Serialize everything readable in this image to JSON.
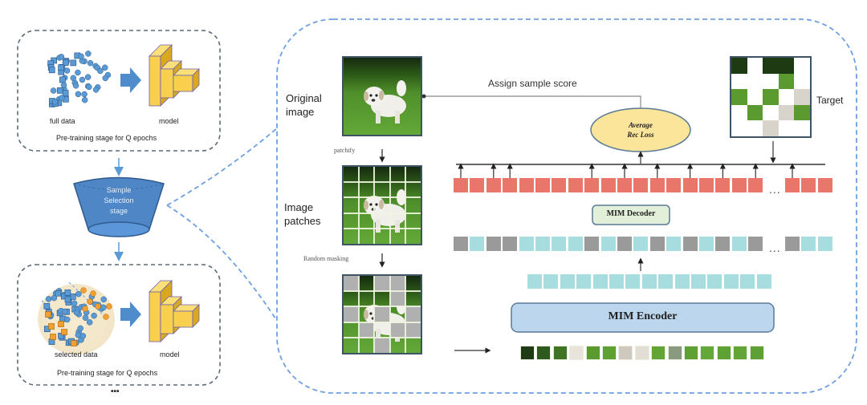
{
  "left_panel": {
    "stage1": {
      "data_label": "full data",
      "model_label": "model",
      "caption": "Pre-training stage for Q epochs"
    },
    "selection": {
      "label_line1": "Sample",
      "label_line2": "Selection",
      "label_line3": "stage"
    },
    "stage2": {
      "data_label": "selected data",
      "model_label": "model",
      "caption": "Pre-training stage for Q epochs"
    },
    "ellipsis": "•••"
  },
  "right_panel": {
    "original_image_label_1": "Original",
    "original_image_label_2": "image",
    "patchify_label": "patchify",
    "image_patches_label_1": "Image",
    "image_patches_label_2": "patches",
    "random_masking_label": "Random masking",
    "assign_score_label": "Assign sample score",
    "loss_label_1": "Average",
    "loss_label_2": "Rec Loss",
    "target_label": "Target",
    "decoder_label": "MIM Decoder",
    "encoder_label": "MIM Encoder",
    "ellipsis": "...",
    "mask_grid": [
      [
        1,
        0,
        1,
        1,
        0
      ],
      [
        0,
        0,
        0,
        1,
        0
      ],
      [
        1,
        0,
        1,
        0,
        1
      ],
      [
        0,
        1,
        0,
        1,
        1
      ],
      [
        0,
        0,
        1,
        0,
        0
      ]
    ],
    "decoder_input_tokens": [
      "G",
      "C",
      "G",
      "G",
      "C",
      "C",
      "C",
      "C",
      "G",
      "C",
      "G",
      "C",
      "G",
      "C",
      "G",
      "C",
      "G",
      "C",
      "G"
    ],
    "decoder_input_tail": [
      "G",
      "C",
      "C"
    ],
    "reconstruction_tokens_count": 19,
    "reconstruction_tail_count": 3,
    "encoder_output_tokens_count": 15,
    "visible_patch_count": 15
  },
  "colors": {
    "dashed_blue": "#6fa0e0",
    "dashed_gray": "#5a6a7a",
    "model_yellow": "#f9d04e",
    "data_blue": "#5b9bd5",
    "data_orange": "#f0a030",
    "funnel_blue": "#4f86c6",
    "recon_red": "#e8766b",
    "token_cyan": "#a8dde0",
    "token_gray": "#9a9a9a",
    "encoder_blue": "#bcd6ee",
    "decoder_green": "#e2f0d9",
    "loss_yellow": "#fbe59a",
    "mask_gray": "#b0b0b0",
    "grass": "#5a9a2e"
  }
}
